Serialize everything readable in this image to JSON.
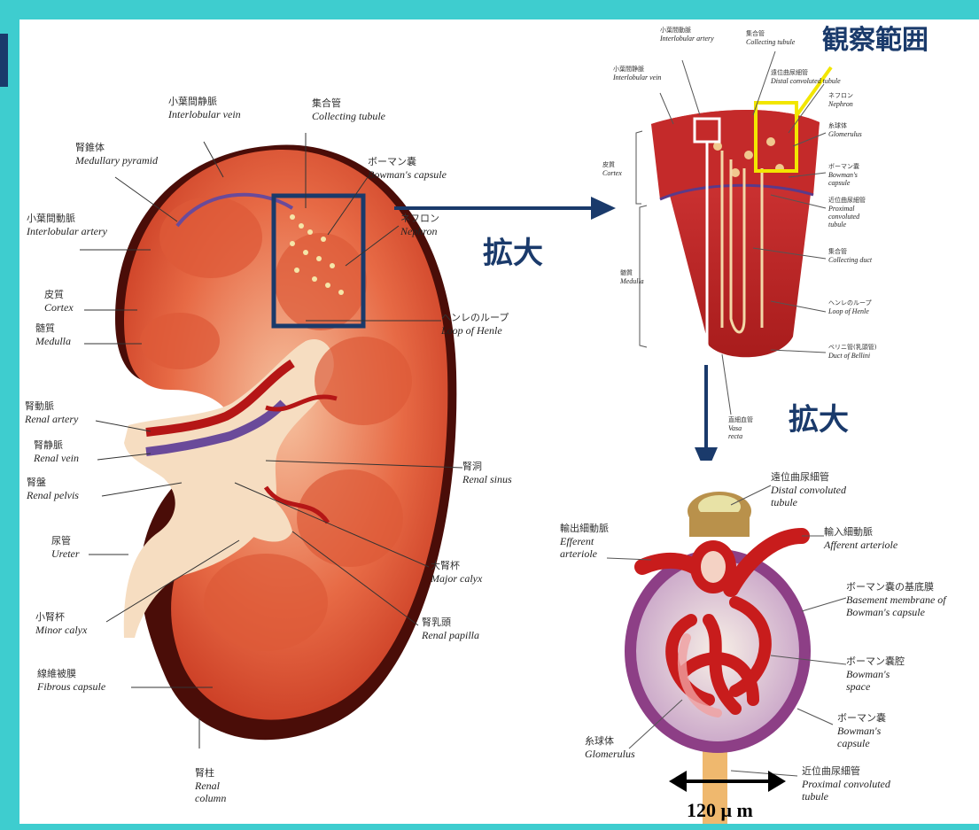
{
  "title_obs": "観察範囲",
  "magnify_1": "拡大",
  "magnify_2": "拡大",
  "scale_bar": "120 μ m",
  "kidney": {
    "interlobular_vein": {
      "jp": "小葉間静脈",
      "en": "Interlobular vein"
    },
    "collecting_tubule": {
      "jp": "集合管",
      "en": "Collecting tubule"
    },
    "medullary_pyramid": {
      "jp": "腎錐体",
      "en": "Medullary pyramid"
    },
    "bowmans_capsule": {
      "jp": "ボーマン嚢",
      "en": "Bowman's capsule"
    },
    "interlobular_artery": {
      "jp": "小葉間動脈",
      "en": "Interlobular artery"
    },
    "nephron": {
      "jp": "ネフロン",
      "en": "Nephron"
    },
    "cortex": {
      "jp": "皮質",
      "en": "Cortex"
    },
    "medulla": {
      "jp": "髄質",
      "en": "Medulla"
    },
    "loop_of_henle": {
      "jp": "ヘンレのループ",
      "en": "Loop of Henle"
    },
    "renal_artery": {
      "jp": "腎動脈",
      "en": "Renal artery"
    },
    "renal_vein": {
      "jp": "腎静脈",
      "en": "Renal vein"
    },
    "renal_pelvis": {
      "jp": "腎盤",
      "en": "Renal pelvis"
    },
    "renal_sinus": {
      "jp": "腎洞",
      "en": "Renal sinus"
    },
    "ureter": {
      "jp": "尿管",
      "en": "Ureter"
    },
    "major_calyx": {
      "jp": "大腎杯",
      "en": "Major calyx"
    },
    "minor_calyx": {
      "jp": "小腎杯",
      "en": "Minor calyx"
    },
    "renal_papilla": {
      "jp": "腎乳頭",
      "en": "Renal papilla"
    },
    "fibrous_capsule": {
      "jp": "線維被膜",
      "en": "Fibrous capsule"
    },
    "renal_column": {
      "jp": "腎柱",
      "en": "Renal column"
    }
  },
  "wedge": {
    "interlobular_artery": {
      "jp": "小葉間動脈",
      "en": "Interlobular artery"
    },
    "collecting_tubule": {
      "jp": "集合管",
      "en": "Collecting tubule"
    },
    "interlobular_vein": {
      "jp": "小葉間静脈",
      "en": "Interlobular vein"
    },
    "distal_tubule": {
      "jp": "遠位曲尿細管",
      "en": "Distal convoluted tubule"
    },
    "nephron": {
      "jp": "ネフロン",
      "en": "Nephron"
    },
    "glomerulus": {
      "jp": "糸球体",
      "en": "Glomerulus"
    },
    "cortex": {
      "jp": "皮質",
      "en": "Cortex"
    },
    "bowmans_capsule": {
      "jp": "ボーマン嚢",
      "en": "Bowman's capsule"
    },
    "proximal_tubule": {
      "jp": "近位曲尿細管",
      "en": "Proximal convoluted tubule"
    },
    "medulla": {
      "jp": "髄質",
      "en": "Medulla"
    },
    "collecting_duct": {
      "jp": "集合管",
      "en": "Collecting duct"
    },
    "loop_of_henle": {
      "jp": "ヘンレのループ",
      "en": "Loop of Henle"
    },
    "duct_of_bellini": {
      "jp": "ベリニ管(乳頭管)",
      "en": "Duct of Bellini"
    },
    "vasa_recta": {
      "jp": "直細血管",
      "en": "Vasa recta"
    }
  },
  "glom": {
    "distal_tubule": {
      "jp": "遠位曲尿細管",
      "en": "Distal convoluted tubule"
    },
    "efferent_arteriole": {
      "jp": "輸出細動脈",
      "en": "Efferent arteriole"
    },
    "afferent_arteriole": {
      "jp": "輸入細動脈",
      "en": "Afferent arteriole"
    },
    "basement_membrane": {
      "jp": "ボーマン嚢の基底膜",
      "en": "Basement membrane of Bowman's capsule"
    },
    "bowmans_space": {
      "jp": "ボーマン嚢腔",
      "en": "Bowman's space"
    },
    "bowmans_capsule": {
      "jp": "ボーマン嚢",
      "en": "Bowman's capsule"
    },
    "glomerulus": {
      "jp": "糸球体",
      "en": "Glomerulus"
    },
    "proximal_tubule": {
      "jp": "近位曲尿細管",
      "en": "Proximal convoluted tubule"
    }
  },
  "colors": {
    "frame": "#3ecdcf",
    "accent": "#1a3a6b",
    "highlight": "#f2e600"
  }
}
